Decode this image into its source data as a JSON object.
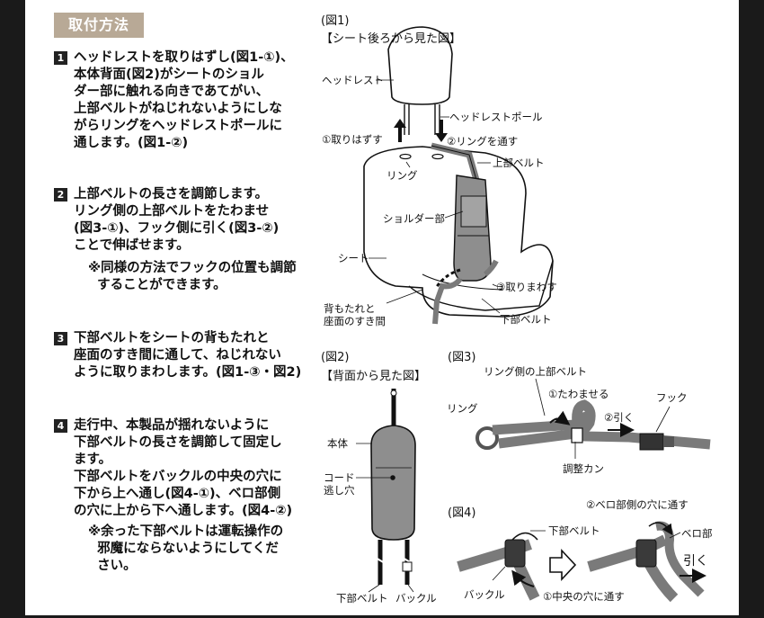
{
  "header": {
    "title": "取付方法"
  },
  "steps": [
    {
      "num": "1",
      "text": "ヘッドレストを取りはずし(図1-①)、\n本体背面(図2)がシートのショル\nダー部に触れる向きであてがい、\n上部ベルトがねじれないようにしな\nがらリングをヘッドレストポールに\n通します。(図1-②)"
    },
    {
      "num": "2",
      "text": "上部ベルトの長さを調節します。\nリング側の上部ベルトをたわませ\n(図3-①)、フック側に引く(図3-②)\nことで伸ばせます。",
      "note": "※同様の方法でフックの位置も調節\n  することができます。"
    },
    {
      "num": "3",
      "text": "下部ベルトをシートの背もたれと\n座面のすき間に通して、ねじれない\nように取りまわします。(図1-③・図2)"
    },
    {
      "num": "4",
      "text": "走行中、本製品が揺れないように\n下部ベルトの長さを調節して固定し\nます。\n下部ベルトをバックルの中央の穴に\n下から上へ通し(図4-①)、ベロ部側\nの穴に上から下へ通します。(図4-②)",
      "note": "※余った下部ベルトは運転操作の\n  邪魔にならないようにしてくだ\n  さい。"
    }
  ],
  "fig1": {
    "title": "(図1)",
    "subtitle": "【シート後ろから見た図】",
    "labels": {
      "headrest": "ヘッドレスト",
      "headrest_pole": "ヘッドレストポール",
      "remove": "①取りはずす",
      "pass_ring": "②リングを通す",
      "ring": "リング",
      "upper_belt": "上部ベルト",
      "shoulder": "ショルダー部",
      "seat": "シート",
      "route": "③取りまわす",
      "gap": "背もたれと\n座面のすき間",
      "lower_belt": "下部ベルト"
    }
  },
  "fig2": {
    "title": "(図2)",
    "subtitle": "【背面から見た図】",
    "labels": {
      "body": "本体",
      "cord": "コード\n逃し穴",
      "lower_belt": "下部ベルト",
      "buckle": "バックル"
    }
  },
  "fig3": {
    "title": "(図3)",
    "labels": {
      "ring_side": "リング側の上部ベルト",
      "slack": "①たわませる",
      "ring": "リング",
      "pull": "②引く",
      "hook": "フック",
      "adjuster": "調整カン"
    }
  },
  "fig4": {
    "title": "(図4)",
    "labels": {
      "tongue_hole": "②ベロ部側の穴に通す",
      "lower_belt": "下部ベルト",
      "tongue": "ベロ部",
      "pull": "引く",
      "buckle": "バックル",
      "center_hole": "①中央の穴に通す"
    }
  },
  "colors": {
    "badge": "#b8a996",
    "product": "#8e8e8e",
    "belt": "#7a7a7a"
  }
}
